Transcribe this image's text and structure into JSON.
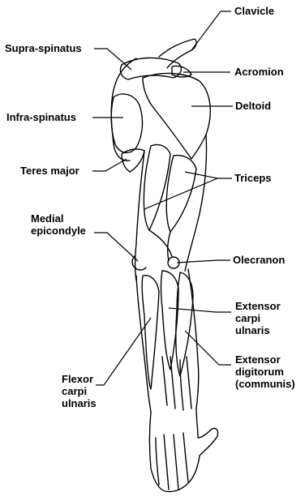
{
  "diagram": {
    "labels": {
      "clavicle": "Clavicle",
      "supraspinatus": "Supra-spinatus",
      "acromion": "Acromion",
      "infraspinatus": "Infra-spinatus",
      "deltoid": "Deltoid",
      "teres_major": "Teres major",
      "triceps": "Triceps",
      "medial_epicondyle": [
        "Medial",
        "epicondyle"
      ],
      "olecranon": "Olecranon",
      "extensor_carpi_ulnaris": [
        "Extensor",
        "carpi",
        "ulnaris"
      ],
      "extensor_digitorum": [
        "Extensor",
        "digitorum",
        "(communis)"
      ],
      "flexor_carpi_ulnaris": [
        "Flexor",
        "carpi",
        "ulnaris"
      ]
    },
    "colors": {
      "ink": "#000000",
      "paper": "#ffffff"
    }
  }
}
